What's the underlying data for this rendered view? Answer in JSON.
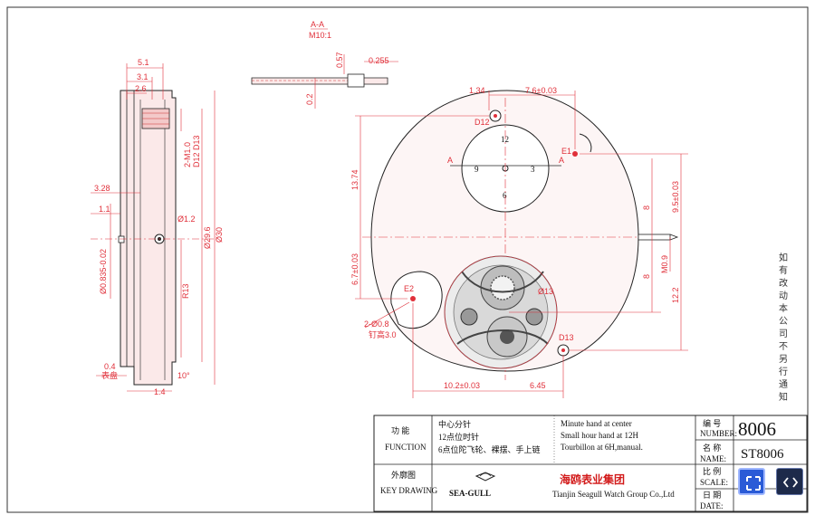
{
  "section": {
    "title": "A-A",
    "scale": "M10:1"
  },
  "side_view": {
    "dims": [
      "5.1",
      "3.1",
      "2.6",
      "2-M1.0",
      "D12 D13",
      "3.28",
      "1.1",
      "Ø1.2",
      "Ø29.6",
      "Ø30",
      "Ø0.835-0.02",
      "R13",
      "0.4",
      "表盘",
      "1.4",
      "10°"
    ]
  },
  "section_view": {
    "dims": [
      "0.57",
      "0.255",
      "0.2"
    ]
  },
  "front_view": {
    "dims": [
      "1.34",
      "7.6±0.03",
      "13.74",
      "6.7±0.03",
      "8",
      "9.5±0.03",
      "8",
      "M0.9",
      "12.2",
      "10.2±0.03",
      "6.45",
      "Ø13"
    ],
    "labels": [
      "D12",
      "E1",
      "E2",
      "D13",
      "A",
      "A",
      "2-Ø0.8",
      "钉高3.0"
    ]
  },
  "dial_numbers": [
    "12",
    "3",
    "6",
    "9"
  ],
  "side_note": "如有改动本公司不另行通知",
  "title_block": {
    "function_cn": "功 能",
    "function_en": "FUNCTION",
    "function_desc_cn": [
      "中心分针",
      "12点位时针",
      "6点位陀飞轮、裸摆、手上链"
    ],
    "function_desc_en": [
      "Minute hand at center",
      "Small hour hand at 12H",
      "Tourbillon at 6H,manual."
    ],
    "number_label_cn": "编 号",
    "number_label_en": "NUMBER:",
    "number_value": "8006",
    "name_label_cn": "名 称",
    "name_label_en": "NAME:",
    "name_value": "ST8006",
    "key_drawing_cn": "外廓图",
    "key_drawing_en": "KEY DRAWING",
    "brand": "SEA-GULL",
    "company_cn": "海鸥表业集团",
    "company_en": "Tianjin Seagull Watch Group Co.,Ltd",
    "scale_label_cn": "比 例",
    "scale_label_en": "SCALE:",
    "date_label_cn": "日 期",
    "date_label_en": "DATE:"
  },
  "colors": {
    "dim": "#e0303a",
    "line": "#222222"
  },
  "controls": {
    "fit_icon": "fit-screen-icon",
    "nav_icon": "chevron-nav-icon"
  }
}
